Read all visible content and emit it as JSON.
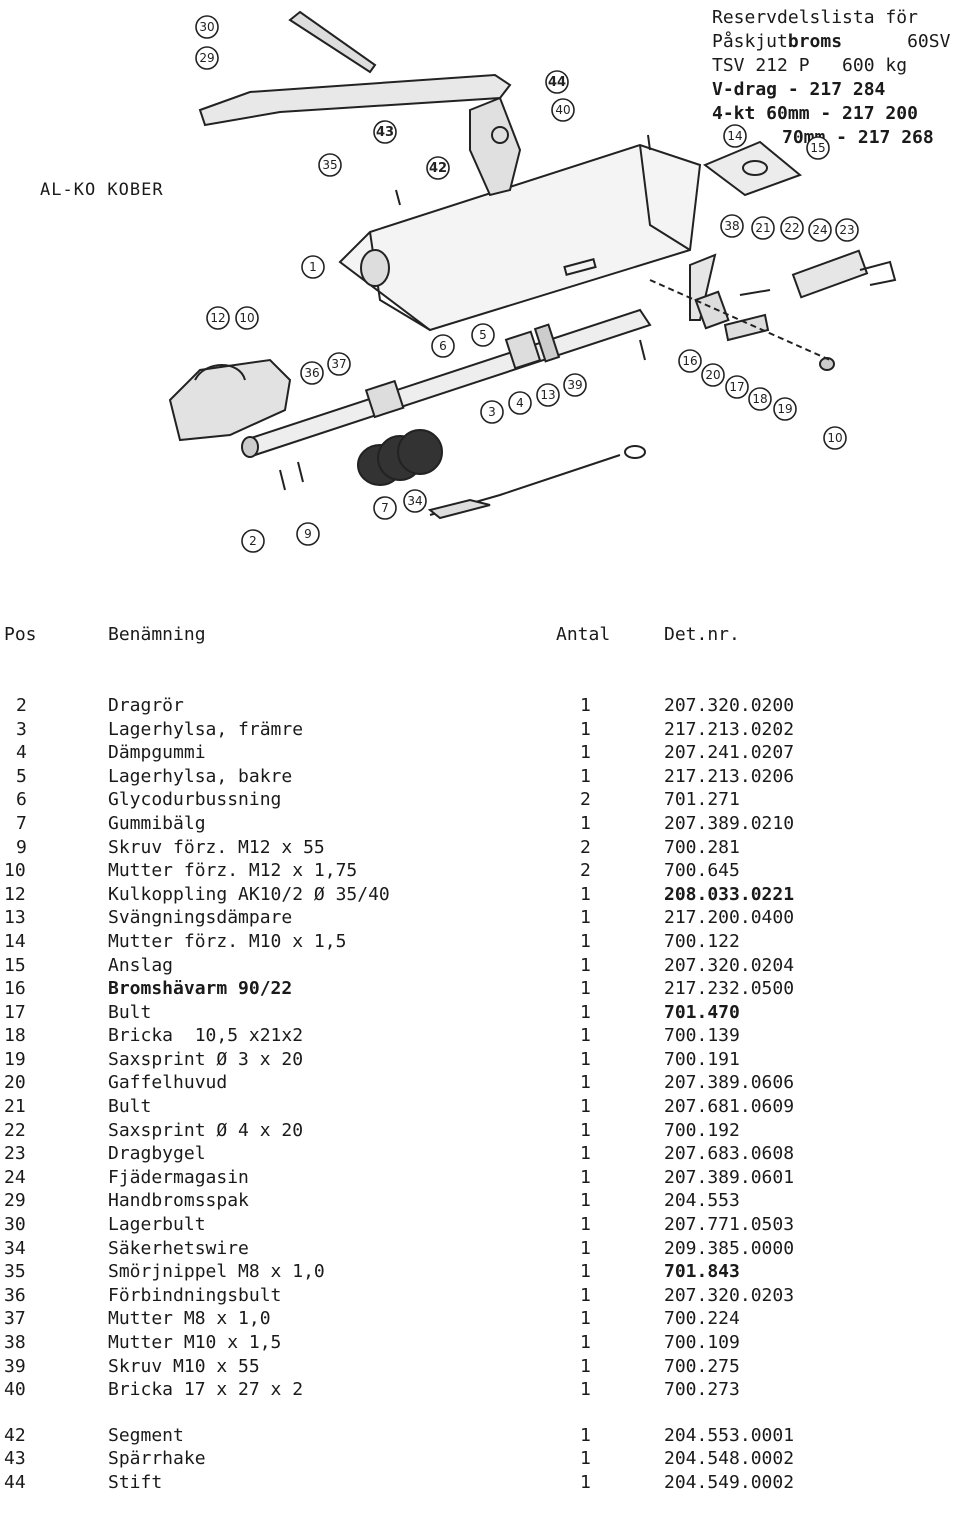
{
  "header": {
    "line1": "Reservdelslista för",
    "line2_a": "Påskjut",
    "line2_b": "broms",
    "line2_c": "60SV",
    "line3": "TSV 212 P   600 kg",
    "line4": "V-drag - 217 284",
    "line5": "4-kt 60mm - 217 200",
    "line6": "70mm - 217 268"
  },
  "brand": "AL-KO KOBER",
  "callouts": [
    "30",
    "29",
    "44",
    "40",
    "43",
    "42",
    "35",
    "14",
    "15",
    "1",
    "38",
    "21",
    "22",
    "24",
    "23",
    "12",
    "10",
    "5",
    "6",
    "36",
    "37",
    "3",
    "4",
    "13",
    "39",
    "16",
    "20",
    "17",
    "18",
    "19",
    "10",
    "7",
    "34",
    "2",
    "9"
  ],
  "table": {
    "headers": {
      "pos": "Pos",
      "name": "Benämning",
      "qty": "Antal",
      "det": "Det.nr."
    },
    "rows": [
      {
        "pos": "2",
        "name": "Dragrör",
        "qty": "1",
        "det": "207.320.0200"
      },
      {
        "pos": "3",
        "name": "Lagerhylsa, främre",
        "qty": "1",
        "det": "217.213.0202"
      },
      {
        "pos": "4",
        "name": "Dämpgummi",
        "qty": "1",
        "det": "207.241.0207"
      },
      {
        "pos": "5",
        "name": "Lagerhylsa, bakre",
        "qty": "1",
        "det": "217.213.0206"
      },
      {
        "pos": "6",
        "name": "Glycodurbussning",
        "qty": "2",
        "det": "701.271"
      },
      {
        "pos": "7",
        "name": "Gummibälg",
        "qty": "1",
        "det": "207.389.0210"
      },
      {
        "pos": "9",
        "name": "Skruv förz. M12 x 55",
        "qty": "2",
        "det": "700.281"
      },
      {
        "pos": "10",
        "name": "Mutter förz. M12 x 1,75",
        "qty": "2",
        "det": "700.645"
      },
      {
        "pos": "12",
        "name": "Kulkoppling AK10/2 Ø 35/40",
        "qty": "1",
        "det": "208.033.0221"
      },
      {
        "pos": "13",
        "name": "Svängningsdämpare",
        "qty": "1",
        "det": "217.200.0400"
      },
      {
        "pos": "14",
        "name": "Mutter förz. M10 x 1,5",
        "qty": "1",
        "det": "700.122"
      },
      {
        "pos": "15",
        "name": "Anslag",
        "qty": "1",
        "det": "207.320.0204"
      },
      {
        "pos": "16",
        "name": "Bromshävarm 90/22",
        "qty": "1",
        "det": "217.232.0500"
      },
      {
        "pos": "17",
        "name": "Bult",
        "qty": "1",
        "det": "701.470"
      },
      {
        "pos": "18",
        "name": "Bricka  10,5 x21x2",
        "qty": "1",
        "det": "700.139"
      },
      {
        "pos": "19",
        "name": "Saxsprint Ø 3 x 20",
        "qty": "1",
        "det": "700.191"
      },
      {
        "pos": "20",
        "name": "Gaffelhuvud",
        "qty": "1",
        "det": "207.389.0606"
      },
      {
        "pos": "21",
        "name": "Bult",
        "qty": "1",
        "det": "207.681.0609"
      },
      {
        "pos": "22",
        "name": "Saxsprint Ø 4 x 20",
        "qty": "1",
        "det": "700.192"
      },
      {
        "pos": "23",
        "name": "Dragbygel",
        "qty": "1",
        "det": "207.683.0608"
      },
      {
        "pos": "24",
        "name": "Fjädermagasin",
        "qty": "1",
        "det": "207.389.0601"
      },
      {
        "pos": "29",
        "name": "Handbromsspak",
        "qty": "1",
        "det": "204.553"
      },
      {
        "pos": "30",
        "name": "Lagerbult",
        "qty": "1",
        "det": "207.771.0503"
      },
      {
        "pos": "34",
        "name": "Säkerhetswire",
        "qty": "1",
        "det": "209.385.0000"
      },
      {
        "pos": "35",
        "name": "Smörjnippel M8 x 1,0",
        "qty": "1",
        "det": "701.843"
      },
      {
        "pos": "36",
        "name": "Förbindningsbult",
        "qty": "1",
        "det": "207.320.0203"
      },
      {
        "pos": "37",
        "name": "Mutter M8 x 1,0",
        "qty": "1",
        "det": "700.224"
      },
      {
        "pos": "38",
        "name": "Mutter M10 x 1,5",
        "qty": "1",
        "det": "700.109"
      },
      {
        "pos": "39",
        "name": "Skruv M10 x 55",
        "qty": "1",
        "det": "700.275"
      },
      {
        "pos": "40",
        "name": "Bricka 17 x 27 x 2",
        "qty": "1",
        "det": "700.273"
      },
      {
        "pos": "42",
        "name": "Segment",
        "qty": "1",
        "det": "204.553.0001"
      },
      {
        "pos": "43",
        "name": "Spärrhake",
        "qty": "1",
        "det": "204.548.0002"
      },
      {
        "pos": "44",
        "name": "Stift",
        "qty": "1",
        "det": "204.549.0002"
      }
    ]
  }
}
